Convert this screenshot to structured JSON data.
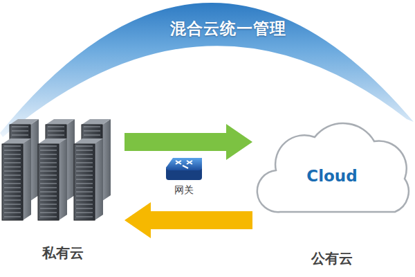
{
  "diagram": {
    "title": "混合云统一管理",
    "nodes": [
      {
        "text": [
          "私有云"
        ]
      },
      {
        "text": [
          "网关"
        ]
      },
      {
        "text": [
          "Cloud",
          "公有云"
        ]
      }
    ],
    "edges": [
      {
        "from": 0,
        "to": 2,
        "arrow": "to"
      },
      {
        "from": 2,
        "to": 0,
        "arrow": "to"
      }
    ]
  }
}
